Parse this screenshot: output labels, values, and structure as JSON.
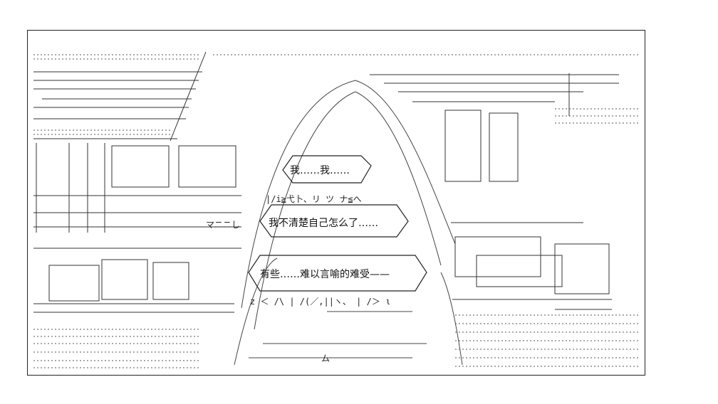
{
  "panel": {
    "ink_color": "#222222",
    "paper_color": "#ffffff"
  },
  "dialogue": {
    "line1": "我……我……",
    "line2": "我不清楚自己怎么了……",
    "line3": "有些……难以言喻的难受——"
  },
  "ascii_fragments": {
    "kana_row": "|/i≧弋卜、リ ツ ナ≦へ",
    "kana_row2": "z ＜ /\\   |  /(／,||ヽ、  |  /＞ ι",
    "sign_text": "マニニし",
    "ma_text": "ム"
  }
}
